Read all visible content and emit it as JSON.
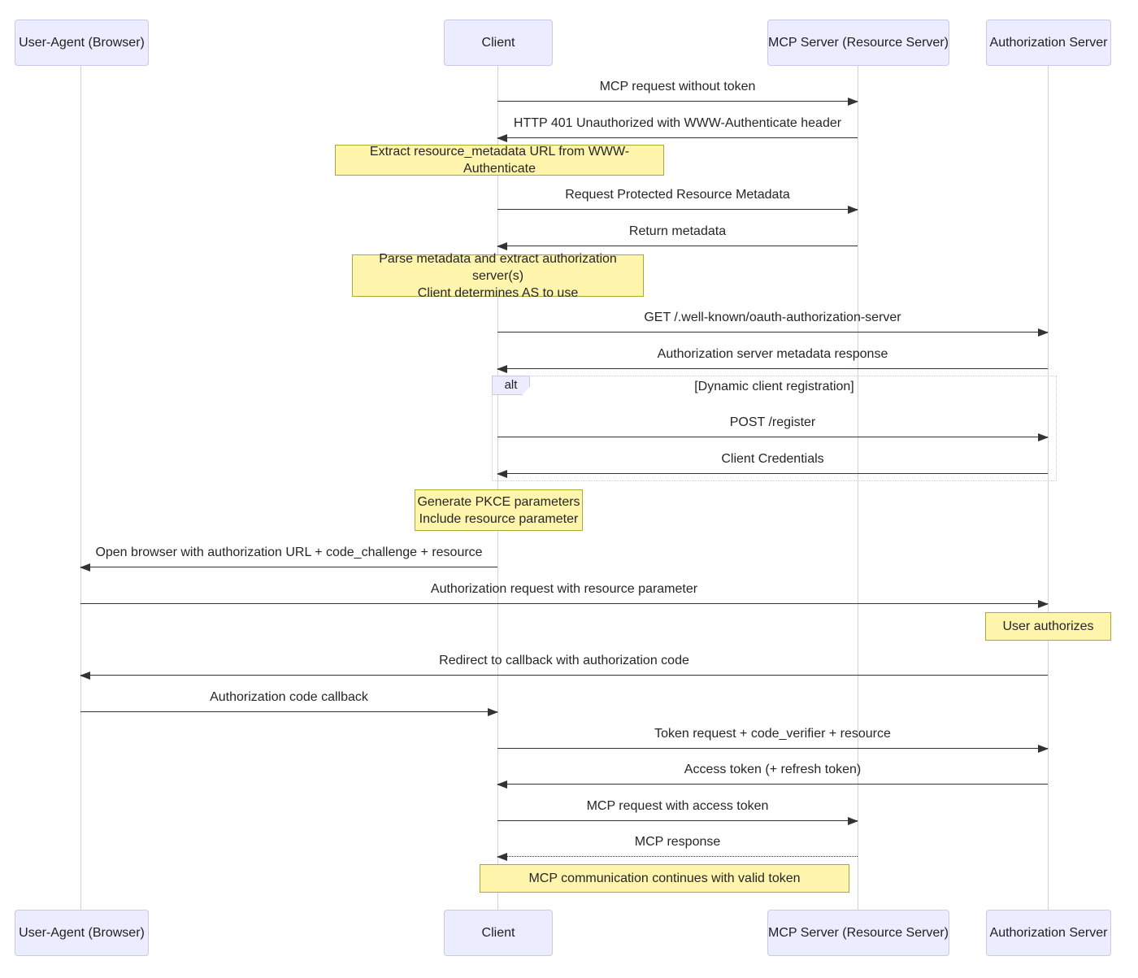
{
  "diagram": {
    "type": "sequence",
    "colors": {
      "actor_fill": "#ECECFF",
      "actor_border": "#C9C9EF",
      "lifeline": "#CFCFEC",
      "note_fill": "#FFF5AD",
      "note_border": "#AAAA33",
      "arrow": "#333333",
      "text": "#262626",
      "alt_border": "#C9C9E4"
    },
    "actors": [
      {
        "id": "user_agent",
        "label": "User-Agent (Browser)"
      },
      {
        "id": "client",
        "label": "Client"
      },
      {
        "id": "mcp",
        "label": "MCP Server (Resource Server)"
      },
      {
        "id": "auth",
        "label": "Authorization Server"
      }
    ],
    "messages": [
      {
        "from": "client",
        "to": "mcp",
        "style": "solid",
        "label": "MCP request without token"
      },
      {
        "from": "mcp",
        "to": "client",
        "style": "solid",
        "label": "HTTP 401 Unauthorized with WWW-Authenticate header"
      },
      {
        "from": "client",
        "to": "mcp",
        "style": "solid",
        "label": "Request Protected Resource Metadata"
      },
      {
        "from": "mcp",
        "to": "client",
        "style": "solid",
        "label": "Return metadata"
      },
      {
        "from": "client",
        "to": "auth",
        "style": "solid",
        "label": "GET /.well-known/oauth-authorization-server"
      },
      {
        "from": "auth",
        "to": "client",
        "style": "solid",
        "label": "Authorization server metadata response"
      },
      {
        "from": "client",
        "to": "auth",
        "style": "solid",
        "label": "POST /register"
      },
      {
        "from": "auth",
        "to": "client",
        "style": "solid",
        "label": "Client Credentials"
      },
      {
        "from": "client",
        "to": "user_agent",
        "style": "solid",
        "label": "Open browser with authorization URL + code_challenge + resource"
      },
      {
        "from": "user_agent",
        "to": "auth",
        "style": "solid",
        "label": "Authorization request with resource parameter"
      },
      {
        "from": "auth",
        "to": "user_agent",
        "style": "solid",
        "label": "Redirect to callback with authorization code"
      },
      {
        "from": "user_agent",
        "to": "client",
        "style": "solid",
        "label": "Authorization code callback"
      },
      {
        "from": "client",
        "to": "auth",
        "style": "solid",
        "label": "Token request + code_verifier + resource"
      },
      {
        "from": "auth",
        "to": "client",
        "style": "solid",
        "label": "Access token (+ refresh token)"
      },
      {
        "from": "client",
        "to": "mcp",
        "style": "solid",
        "label": "MCP request with access token"
      },
      {
        "from": "mcp",
        "to": "client",
        "style": "dashed",
        "label": "MCP response"
      }
    ],
    "notes": [
      {
        "over": "client",
        "label": "Extract resource_metadata URL from WWW-Authenticate"
      },
      {
        "over": "client",
        "label": "Parse metadata and extract authorization server(s)\nClient determines AS to use"
      },
      {
        "over": "client",
        "label": "Generate PKCE parameters\nInclude resource parameter"
      },
      {
        "over": "auth",
        "label": "User authorizes"
      },
      {
        "over": "client,mcp",
        "label": "MCP communication continues with valid token"
      }
    ],
    "alt_block": {
      "label": "alt",
      "condition": "[Dynamic client registration]"
    }
  }
}
